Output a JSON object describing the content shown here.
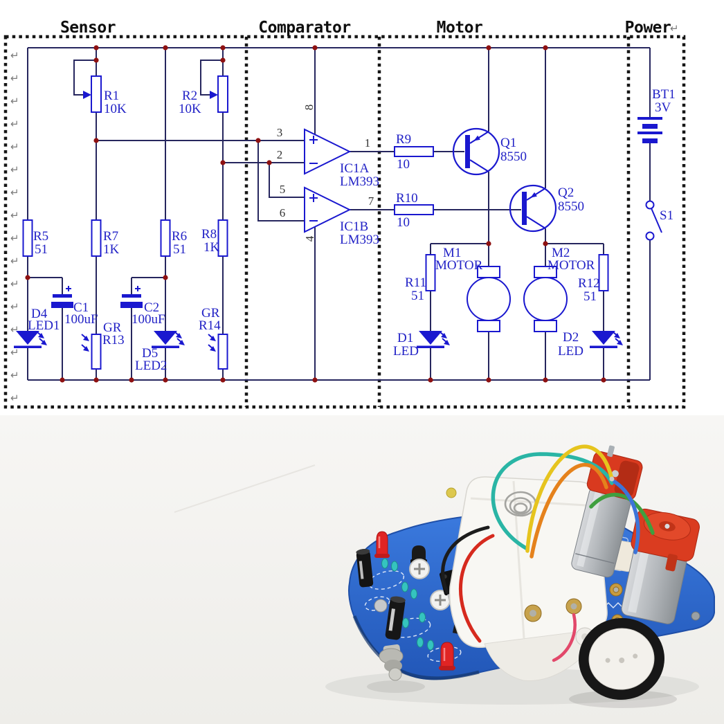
{
  "schematic": {
    "title_sections": [
      "Sensor",
      "Comparator",
      "Motor",
      "Power"
    ],
    "return_mark": "↵",
    "pins": {
      "p1": "1",
      "p2": "2",
      "p3": "3",
      "p4": "4",
      "p5": "5",
      "p6": "6",
      "p7": "7",
      "p8": "8"
    },
    "components": {
      "r1": {
        "ref": "R1",
        "value": "10K"
      },
      "r2": {
        "ref": "R2",
        "value": "10K"
      },
      "r5": {
        "ref": "R5",
        "value": "51"
      },
      "r6": {
        "ref": "R6",
        "value": "51"
      },
      "r7": {
        "ref": "R7",
        "value": "1K"
      },
      "r8": {
        "ref": "R8",
        "value": "1K"
      },
      "r9": {
        "ref": "R9",
        "value": "10"
      },
      "r10": {
        "ref": "R10",
        "value": "10"
      },
      "r11": {
        "ref": "R11",
        "value": "51"
      },
      "r12": {
        "ref": "R12",
        "value": "51"
      },
      "gr13": {
        "ref": "GR",
        "value": "R13"
      },
      "gr14": {
        "ref": "GR",
        "value": "R14"
      },
      "c1": {
        "ref": "C1",
        "value": "100uF"
      },
      "c2": {
        "ref": "C2",
        "value": "100uF"
      },
      "d1": {
        "ref": "D1",
        "value": "LED"
      },
      "d2": {
        "ref": "D2",
        "value": "LED"
      },
      "d4": {
        "ref": "D4",
        "value": "LED1"
      },
      "d5": {
        "ref": "D5",
        "value": "LED2"
      },
      "ic1a": {
        "ref": "IC1A",
        "value": "LM393"
      },
      "ic1b": {
        "ref": "IC1B",
        "value": "LM393"
      },
      "q1": {
        "ref": "Q1",
        "value": "8550"
      },
      "q2": {
        "ref": "Q2",
        "value": "8550"
      },
      "m1": {
        "ref": "M1",
        "value": "MOTOR"
      },
      "m2": {
        "ref": "M2",
        "value": "MOTOR"
      },
      "bt1": {
        "ref": "BT1",
        "value": "3V"
      },
      "s1": {
        "ref": "S1"
      }
    },
    "colors": {
      "wire": "#26265e",
      "symbol": "#1a18cf",
      "label": "#2222c6",
      "pin_text": "#333333",
      "junction": "#8e1111",
      "border": "#161616"
    }
  },
  "photo": {
    "subject": "assembled blue PCB line-follower robot car kit",
    "colors": {
      "background": "#f4f3ef",
      "pcb_blue": "#2f6ace",
      "motor_cap_red": "#d93a1f",
      "motor_body_silver": "#b4b8bc",
      "battery_holder_white": "#f8f7f3",
      "wheel_tire_black": "#171717",
      "wheel_hub_white": "#f3f1ec",
      "led_red": "#e02424",
      "wire_yellow": "#e6c41e",
      "wire_orange": "#e5821c",
      "wire_teal": "#2ab5a5",
      "wire_blue": "#3d74d8",
      "wire_green": "#3f9f3f"
    }
  }
}
